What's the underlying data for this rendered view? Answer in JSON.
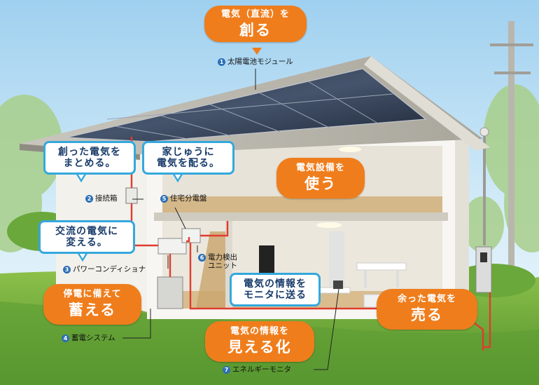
{
  "callouts": {
    "create": {
      "small": "電気（直流）を",
      "large": "創る"
    },
    "use": {
      "small": "電気設備を",
      "large": "使う"
    },
    "store": {
      "small": "停電に備えて",
      "large": "蓄える"
    },
    "visualize": {
      "small": "電気の情報を",
      "large": "見える化"
    },
    "sell": {
      "small": "余った電気を",
      "large": "売る"
    },
    "collect": {
      "line1": "創った電気を",
      "line2": "まとめる。"
    },
    "distribute": {
      "line1": "家じゅうに",
      "line2": "電気を配る。"
    },
    "convert": {
      "line1": "交流の電気に",
      "line2": "変える。"
    },
    "send_info": {
      "line1": "電気の情報を",
      "line2": "モニタに送る"
    }
  },
  "components": [
    {
      "num": "1",
      "label": "太陽電池モジュール"
    },
    {
      "num": "2",
      "label": "接続箱"
    },
    {
      "num": "3",
      "label": "パワーコンディショナ"
    },
    {
      "num": "4",
      "label": "蓄電システム"
    },
    {
      "num": "5",
      "label": "住宅分電盤"
    },
    {
      "num": "6",
      "label": "電力検出",
      "label2": "ユニット"
    },
    {
      "num": "7",
      "label": "エネルギーモニタ"
    }
  ],
  "colors": {
    "orange": "#ef7d1c",
    "blue_border": "#34a8dd",
    "number_badge": "#2c6fb7",
    "wire": "#e03c2e"
  }
}
